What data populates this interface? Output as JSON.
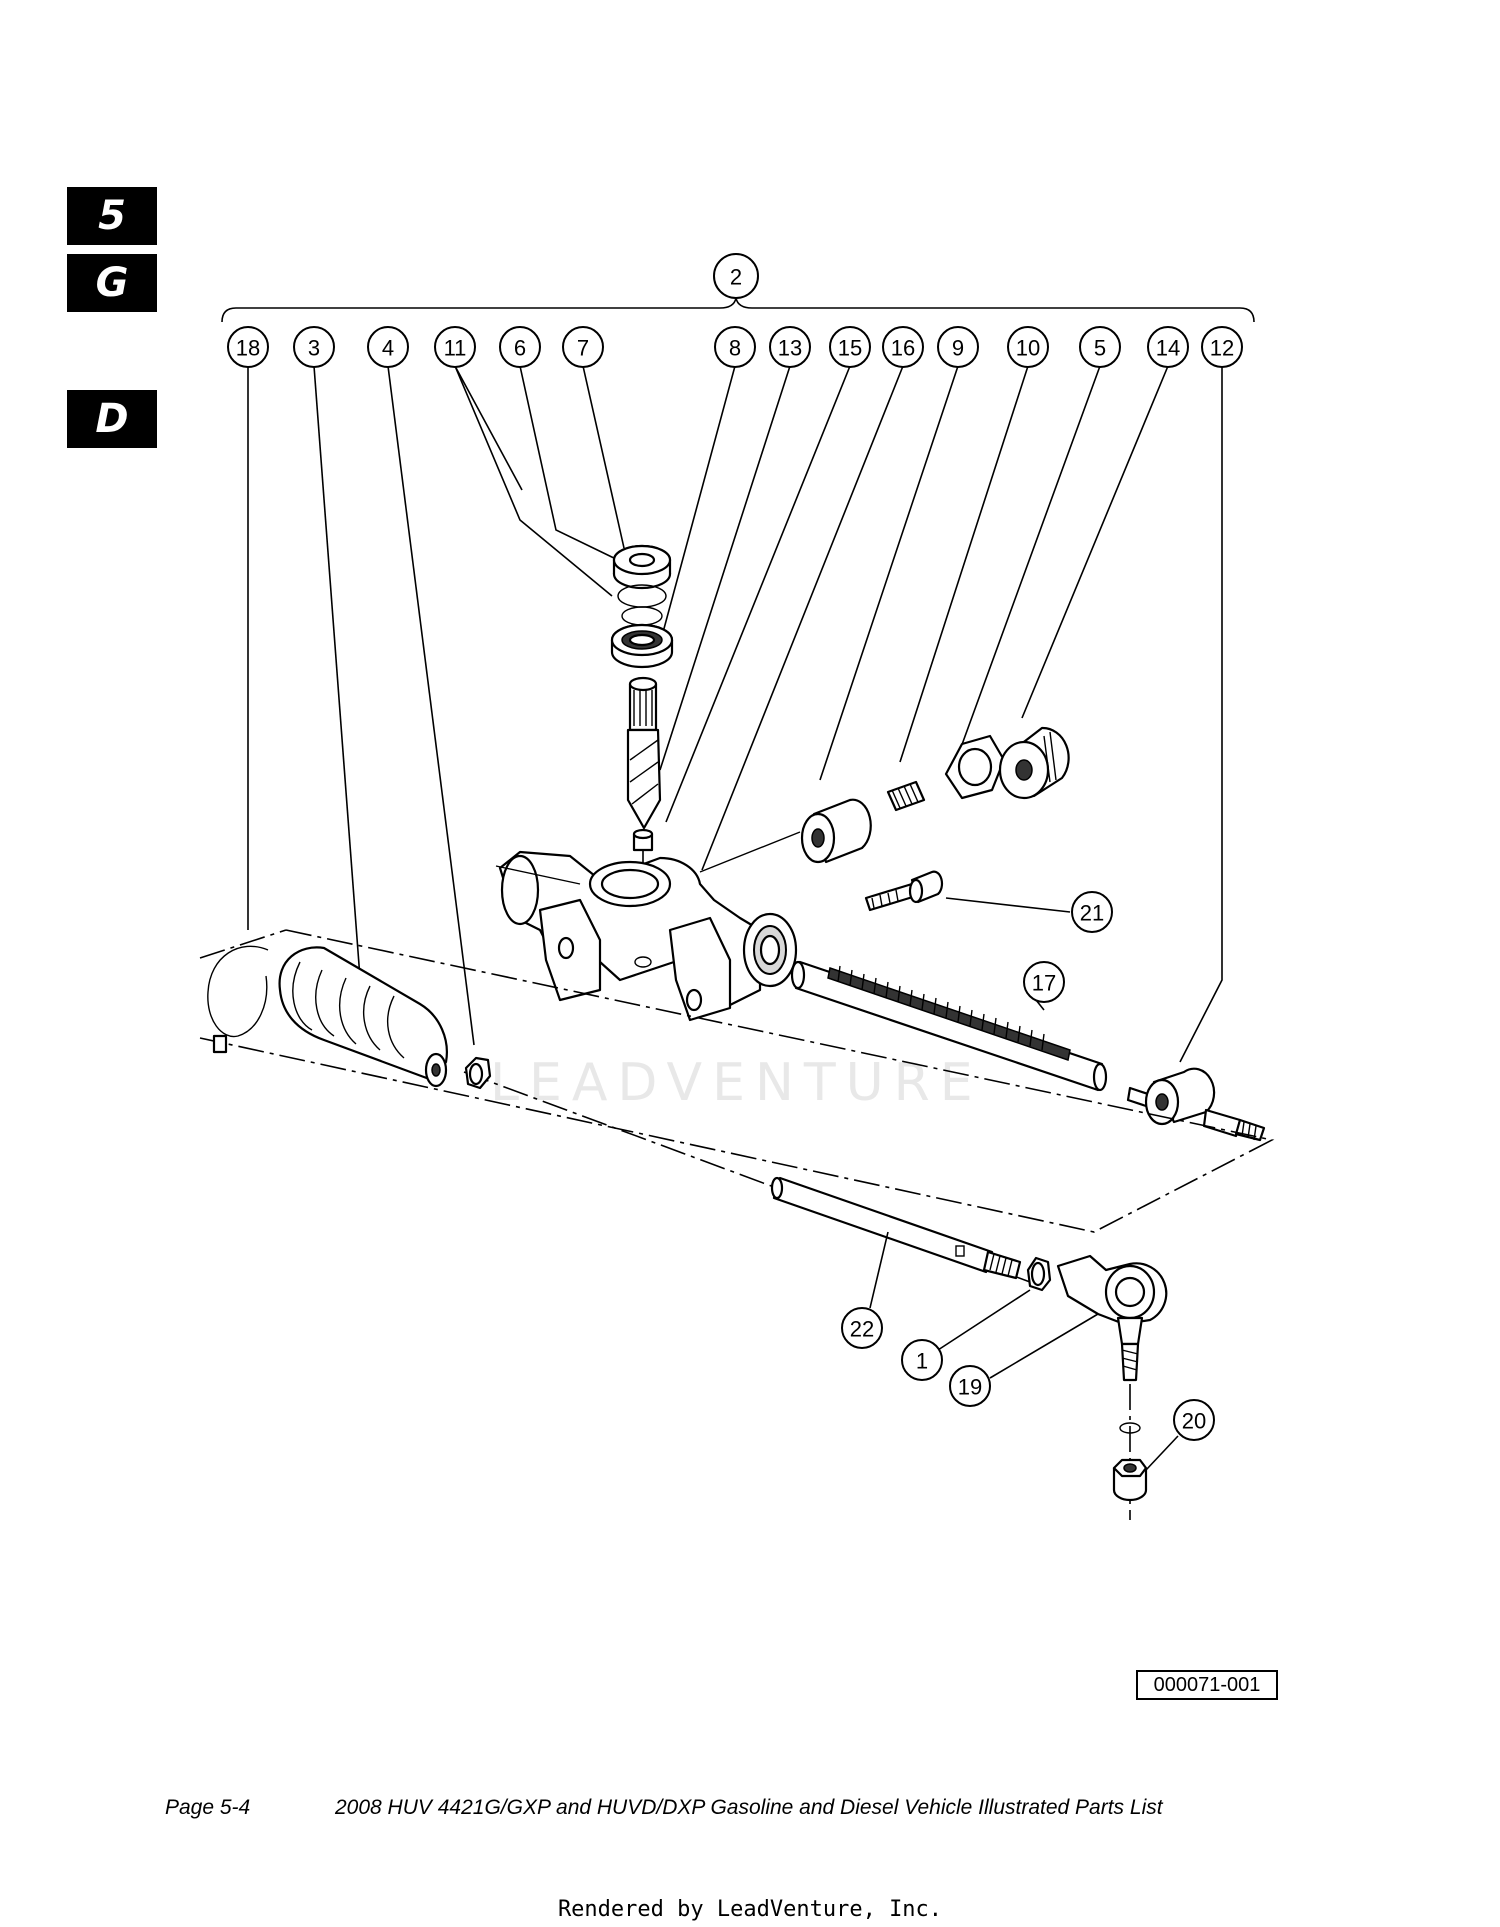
{
  "side_tabs": [
    {
      "label": "5"
    },
    {
      "label": "G"
    },
    {
      "label": "D"
    }
  ],
  "callouts": {
    "group": "2",
    "top_row": [
      "18",
      "3",
      "4",
      "11",
      "6",
      "7",
      "8",
      "13",
      "15",
      "16",
      "9",
      "10",
      "5",
      "14",
      "12"
    ],
    "c21": "21",
    "c17": "17",
    "c22": "22",
    "c1": "1",
    "c19": "19",
    "c20": "20"
  },
  "watermark": "LEADVENTURE",
  "figure_id": "000071-001",
  "footer": {
    "page": "Page 5-4",
    "title": "2008 HUV 4421G/GXP and HUVD/DXP Gasoline and Diesel Vehicle Illustrated Parts List"
  },
  "rendered_by": "Rendered by LeadVenture, Inc."
}
